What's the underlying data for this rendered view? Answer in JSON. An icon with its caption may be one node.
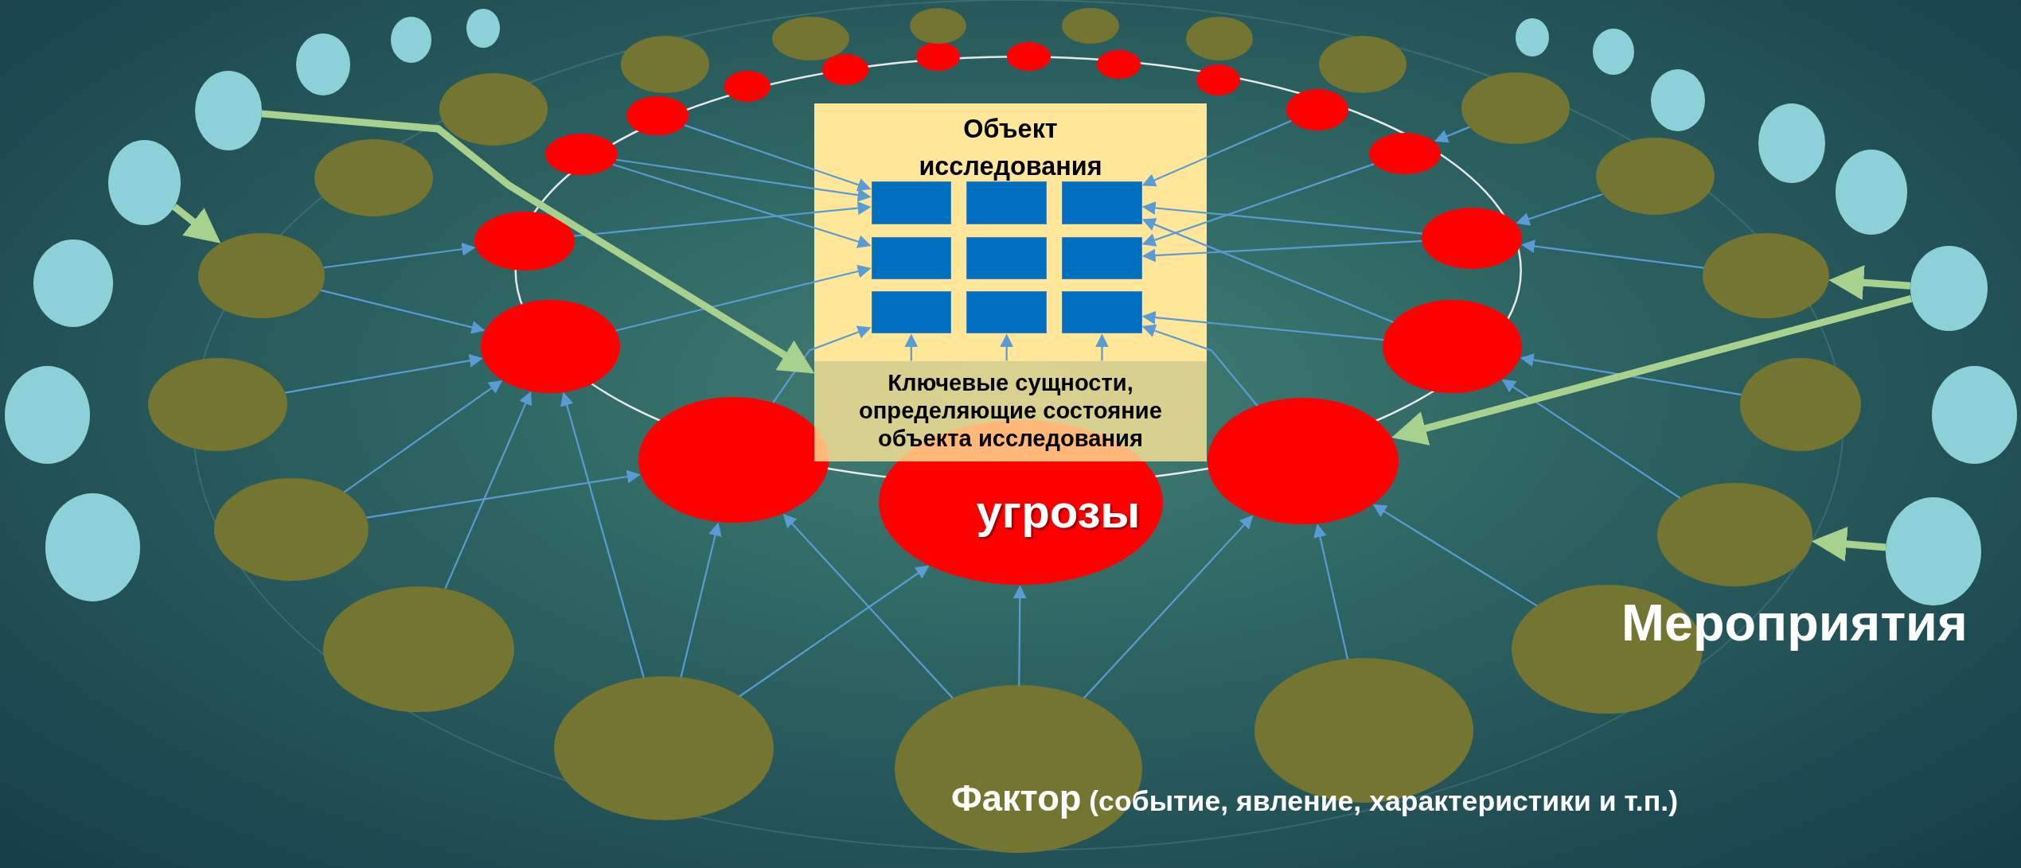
{
  "diagram": {
    "nodes": [
      {
        "text": [
          "Объект исследования"
        ]
      },
      {
        "text": [],
        "shape": "box",
        "in": 0
      },
      {
        "text": [],
        "shape": "box",
        "in": 0
      },
      {
        "text": [],
        "shape": "box",
        "in": 0
      },
      {
        "text": [],
        "shape": "box",
        "in": 0
      },
      {
        "text": [],
        "shape": "box",
        "in": 0
      },
      {
        "text": [],
        "shape": "box",
        "in": 0
      },
      {
        "text": [],
        "shape": "box",
        "in": 0
      },
      {
        "text": [],
        "shape": "box",
        "in": 0
      },
      {
        "text": [],
        "shape": "box",
        "in": 0
      },
      {
        "text": [
          "Ключевые сущности, определяющие состояние объекта исследования"
        ],
        "in": 0
      },
      {
        "text": [
          "угрозы"
        ]
      },
      {
        "text": [],
        "shape": "ellipse"
      },
      {
        "text": [],
        "shape": "ellipse"
      },
      {
        "text": [],
        "shape": "ellipse"
      },
      {
        "text": [],
        "shape": "ellipse"
      },
      {
        "text": [],
        "shape": "ellipse"
      },
      {
        "text": [],
        "shape": "ellipse"
      },
      {
        "text": [],
        "shape": "ellipse"
      },
      {
        "text": [],
        "shape": "ellipse"
      },
      {
        "text": [],
        "shape": "ellipse"
      },
      {
        "text": [],
        "shape": "ellipse"
      },
      {
        "text": [],
        "shape": "ellipse"
      },
      {
        "text": [],
        "shape": "ellipse"
      },
      {
        "text": [],
        "shape": "ellipse"
      },
      {
        "text": [],
        "shape": "ellipse"
      },
      {
        "text": [],
        "shape": "ellipse"
      },
      {
        "text": [],
        "shape": "ellipse"
      },
      {
        "text": [],
        "shape": "ellipse"
      },
      {
        "text": [],
        "shape": "ellipse"
      },
      {
        "text": [],
        "shape": "ellipse"
      },
      {
        "text": [],
        "shape": "ellipse"
      },
      {
        "text": [],
        "shape": "ellipse"
      },
      {
        "text": [],
        "shape": "ellipse"
      },
      {
        "text": [],
        "shape": "ellipse"
      },
      {
        "text": [],
        "shape": "ellipse"
      },
      {
        "text": [],
        "shape": "ellipse"
      },
      {
        "text": [],
        "shape": "ellipse"
      },
      {
        "text": [],
        "shape": "ellipse"
      },
      {
        "text": [],
        "shape": "ellipse"
      },
      {
        "text": [],
        "shape": "ellipse"
      },
      {
        "text": [],
        "shape": "ellipse"
      },
      {
        "text": [],
        "shape": "ellipse"
      },
      {
        "text": [],
        "shape": "ellipse"
      },
      {
        "text": [],
        "shape": "ellipse"
      },
      {
        "text": [],
        "shape": "ellipse"
      },
      {
        "text": [],
        "shape": "ellipse"
      },
      {
        "text": [],
        "shape": "ellipse"
      },
      {
        "text": [],
        "shape": "ellipse"
      },
      {
        "text": [],
        "shape": "circle"
      },
      {
        "text": [],
        "shape": "circle"
      },
      {
        "text": [],
        "shape": "circle"
      },
      {
        "text": [],
        "shape": "circle"
      },
      {
        "text": [],
        "shape": "circle"
      },
      {
        "text": [],
        "shape": "circle"
      },
      {
        "text": [],
        "shape": "circle"
      },
      {
        "text": [],
        "shape": "circle"
      },
      {
        "text": [],
        "shape": "circle"
      },
      {
        "text": [],
        "shape": "circle"
      },
      {
        "text": [],
        "shape": "circle"
      },
      {
        "text": [],
        "shape": "circle"
      },
      {
        "text": [],
        "shape": "circle"
      },
      {
        "text": [],
        "shape": "circle"
      },
      {
        "text": [],
        "shape": "circle"
      },
      {
        "text": [],
        "shape": "circle"
      }
    ],
    "edges": [
      {
        "from": 15,
        "to": 1,
        "arrow": "to"
      },
      {
        "from": 14,
        "to": 1,
        "arrow": "to"
      },
      {
        "from": 14,
        "to": 4,
        "arrow": "to"
      },
      {
        "from": 12,
        "to": 1,
        "arrow": "to"
      },
      {
        "from": 13,
        "to": 4,
        "arrow": "to"
      },
      {
        "from": 16,
        "to": 7,
        "arrow": "to"
      },
      {
        "from": 24,
        "to": 3,
        "arrow": "to"
      },
      {
        "from": 25,
        "to": 6,
        "arrow": "to"
      },
      {
        "from": 27,
        "to": 3,
        "arrow": "to"
      },
      {
        "from": 27,
        "to": 6,
        "arrow": "to"
      },
      {
        "from": 26,
        "to": 9,
        "arrow": "to"
      },
      {
        "from": 26,
        "to": 3,
        "arrow": "to"
      },
      {
        "from": 23,
        "to": 9,
        "arrow": "to"
      },
      {
        "from": 10,
        "to": 7,
        "arrow": "to"
      },
      {
        "from": 10,
        "to": 8,
        "arrow": "to"
      },
      {
        "from": 10,
        "to": 9,
        "arrow": "to"
      },
      {
        "from": 29,
        "to": 12,
        "arrow": "to"
      },
      {
        "from": 29,
        "to": 13,
        "arrow": "to"
      },
      {
        "from": 28,
        "to": 13,
        "arrow": "to"
      },
      {
        "from": 30,
        "to": 13,
        "arrow": "to"
      },
      {
        "from": 30,
        "to": 16,
        "arrow": "to"
      },
      {
        "from": 32,
        "to": 13,
        "arrow": "to"
      },
      {
        "from": 34,
        "to": 13,
        "arrow": "to"
      },
      {
        "from": 34,
        "to": 16,
        "arrow": "to"
      },
      {
        "from": 34,
        "to": 11,
        "arrow": "to"
      },
      {
        "from": 38,
        "to": 16,
        "arrow": "to"
      },
      {
        "from": 38,
        "to": 11,
        "arrow": "to"
      },
      {
        "from": 38,
        "to": 23,
        "arrow": "to"
      },
      {
        "from": 42,
        "to": 23,
        "arrow": "to"
      },
      {
        "from": 44,
        "to": 23,
        "arrow": "to"
      },
      {
        "from": 46,
        "to": 26,
        "arrow": "to"
      },
      {
        "from": 48,
        "to": 26,
        "arrow": "to"
      },
      {
        "from": 47,
        "to": 27,
        "arrow": "to"
      },
      {
        "from": 45,
        "to": 27,
        "arrow": "to"
      },
      {
        "from": 43,
        "to": 25,
        "arrow": "to"
      },
      {
        "from": 52,
        "to": 29,
        "arrow": "to",
        "style": "thick",
        "color": "#a9d18e"
      },
      {
        "from": 53,
        "to": 10,
        "arrow": "to",
        "style": "thick",
        "color": "#a9d18e"
      },
      {
        "from": 63,
        "to": 47,
        "arrow": "to",
        "style": "thick",
        "color": "#a9d18e"
      },
      {
        "from": 63,
        "to": 23,
        "arrow": "to",
        "style": "thick",
        "color": "#a9d18e"
      },
      {
        "from": 62,
        "to": 46,
        "arrow": "to",
        "style": "thick",
        "color": "#a9d18e"
      }
    ],
    "labels": [
      "Мероприятия",
      "Фактор",
      "(событие, явление, характеристики и т.п.)"
    ]
  }
}
